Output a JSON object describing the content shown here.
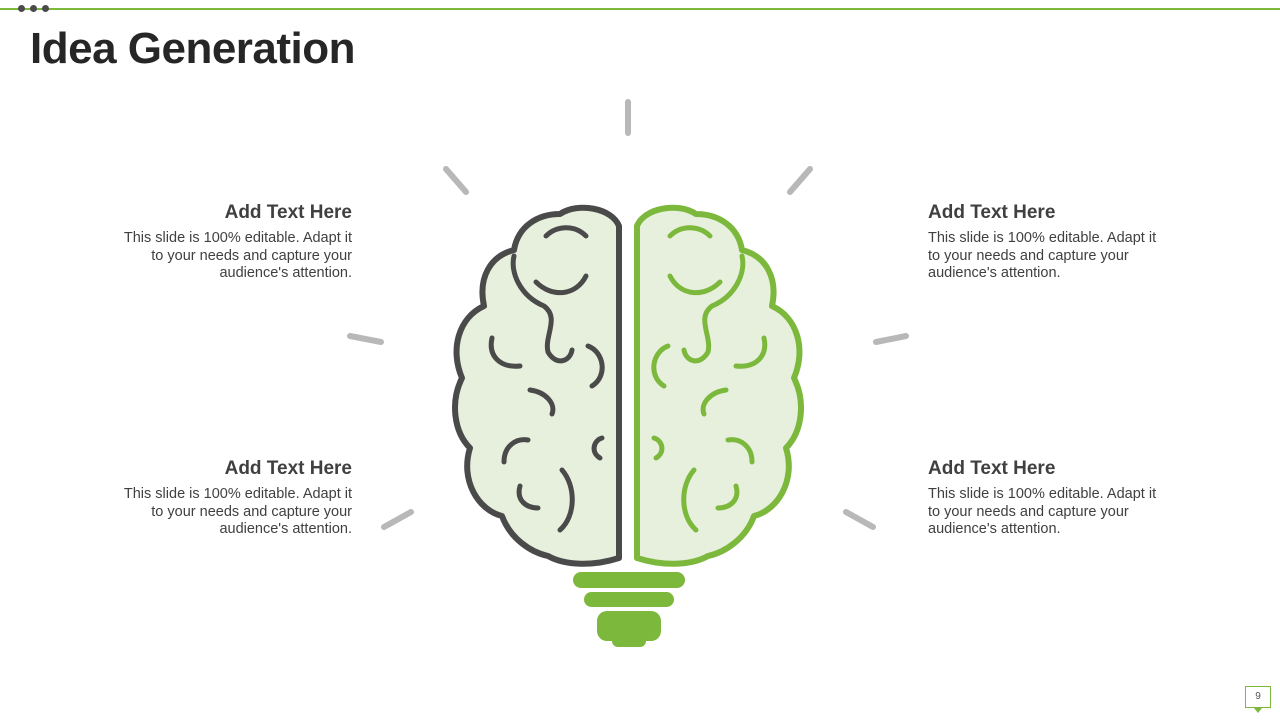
{
  "slide": {
    "title": "Idea Generation",
    "page_number": "9"
  },
  "items": [
    {
      "heading": "Add Text Here",
      "body": "This slide is 100% editable. Adapt it to your needs and capture your audience's attention."
    },
    {
      "heading": "Add Text Here",
      "body": "This slide is 100% editable. Adapt it to your needs and capture your audience's attention."
    },
    {
      "heading": "Add Text Here",
      "body": "This slide is 100% editable. Adapt it to your needs and capture your audience's attention."
    },
    {
      "heading": "Add Text Here",
      "body": "This slide is 100% editable. Adapt it to your needs and capture your audience's attention."
    }
  ],
  "graphic": {
    "icon": "brain-lightbulb-icon",
    "colors": {
      "accent": "#7cb83c",
      "dark_outline": "#4a4a4a",
      "brain_fill": "#e6f0dc",
      "rays": "#b8b8b8"
    }
  }
}
